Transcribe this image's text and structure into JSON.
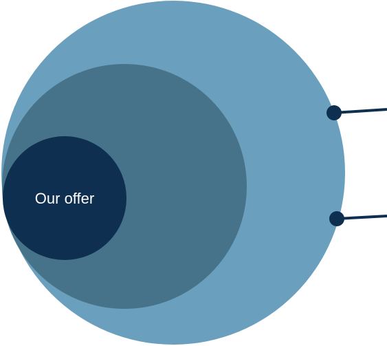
{
  "diagram": {
    "circles": [
      {
        "name": "outer-circle",
        "color": "#6aa0bd",
        "label": ""
      },
      {
        "name": "middle-circle",
        "color": "#46738a",
        "label": ""
      },
      {
        "name": "inner-circle",
        "color": "#0e2f50",
        "label": "Our offer"
      }
    ],
    "connector_color": "#0e2f50"
  }
}
